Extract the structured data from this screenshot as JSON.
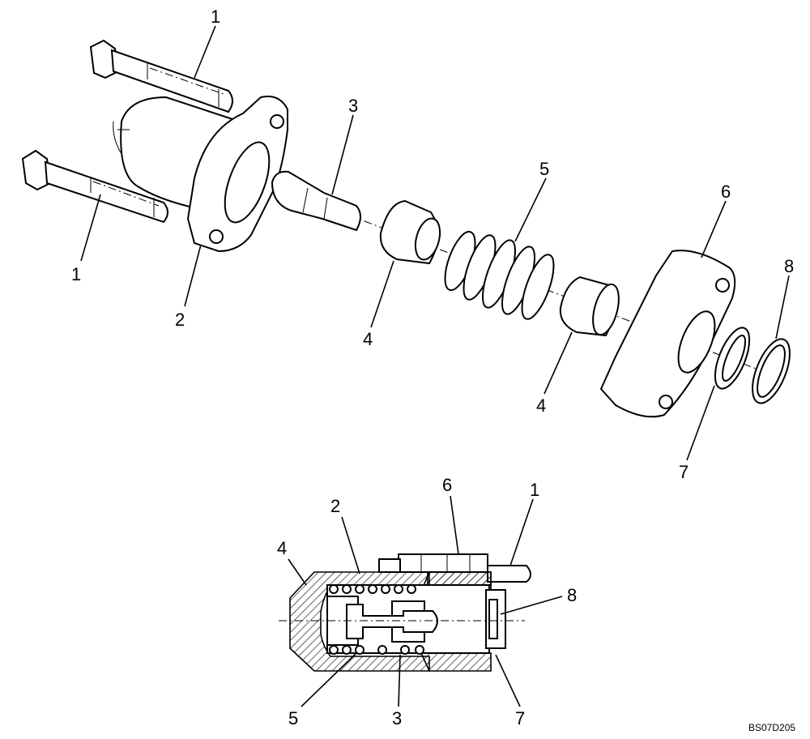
{
  "diagram": {
    "exploded_labels": {
      "bolt_upper": "1",
      "bolt_lower": "1",
      "housing": "2",
      "poppet": "3",
      "spring": "5",
      "seat_left": "4",
      "seat_right": "4",
      "cover": "6",
      "backup_ring": "7",
      "o_ring": "8"
    },
    "section_labels": {
      "seat": "4",
      "housing": "2",
      "cover": "6",
      "bolt": "1",
      "o_ring": "8",
      "spring": "5",
      "poppet": "3",
      "backup_ring": "7"
    },
    "drawing_code": "BS07D205"
  }
}
